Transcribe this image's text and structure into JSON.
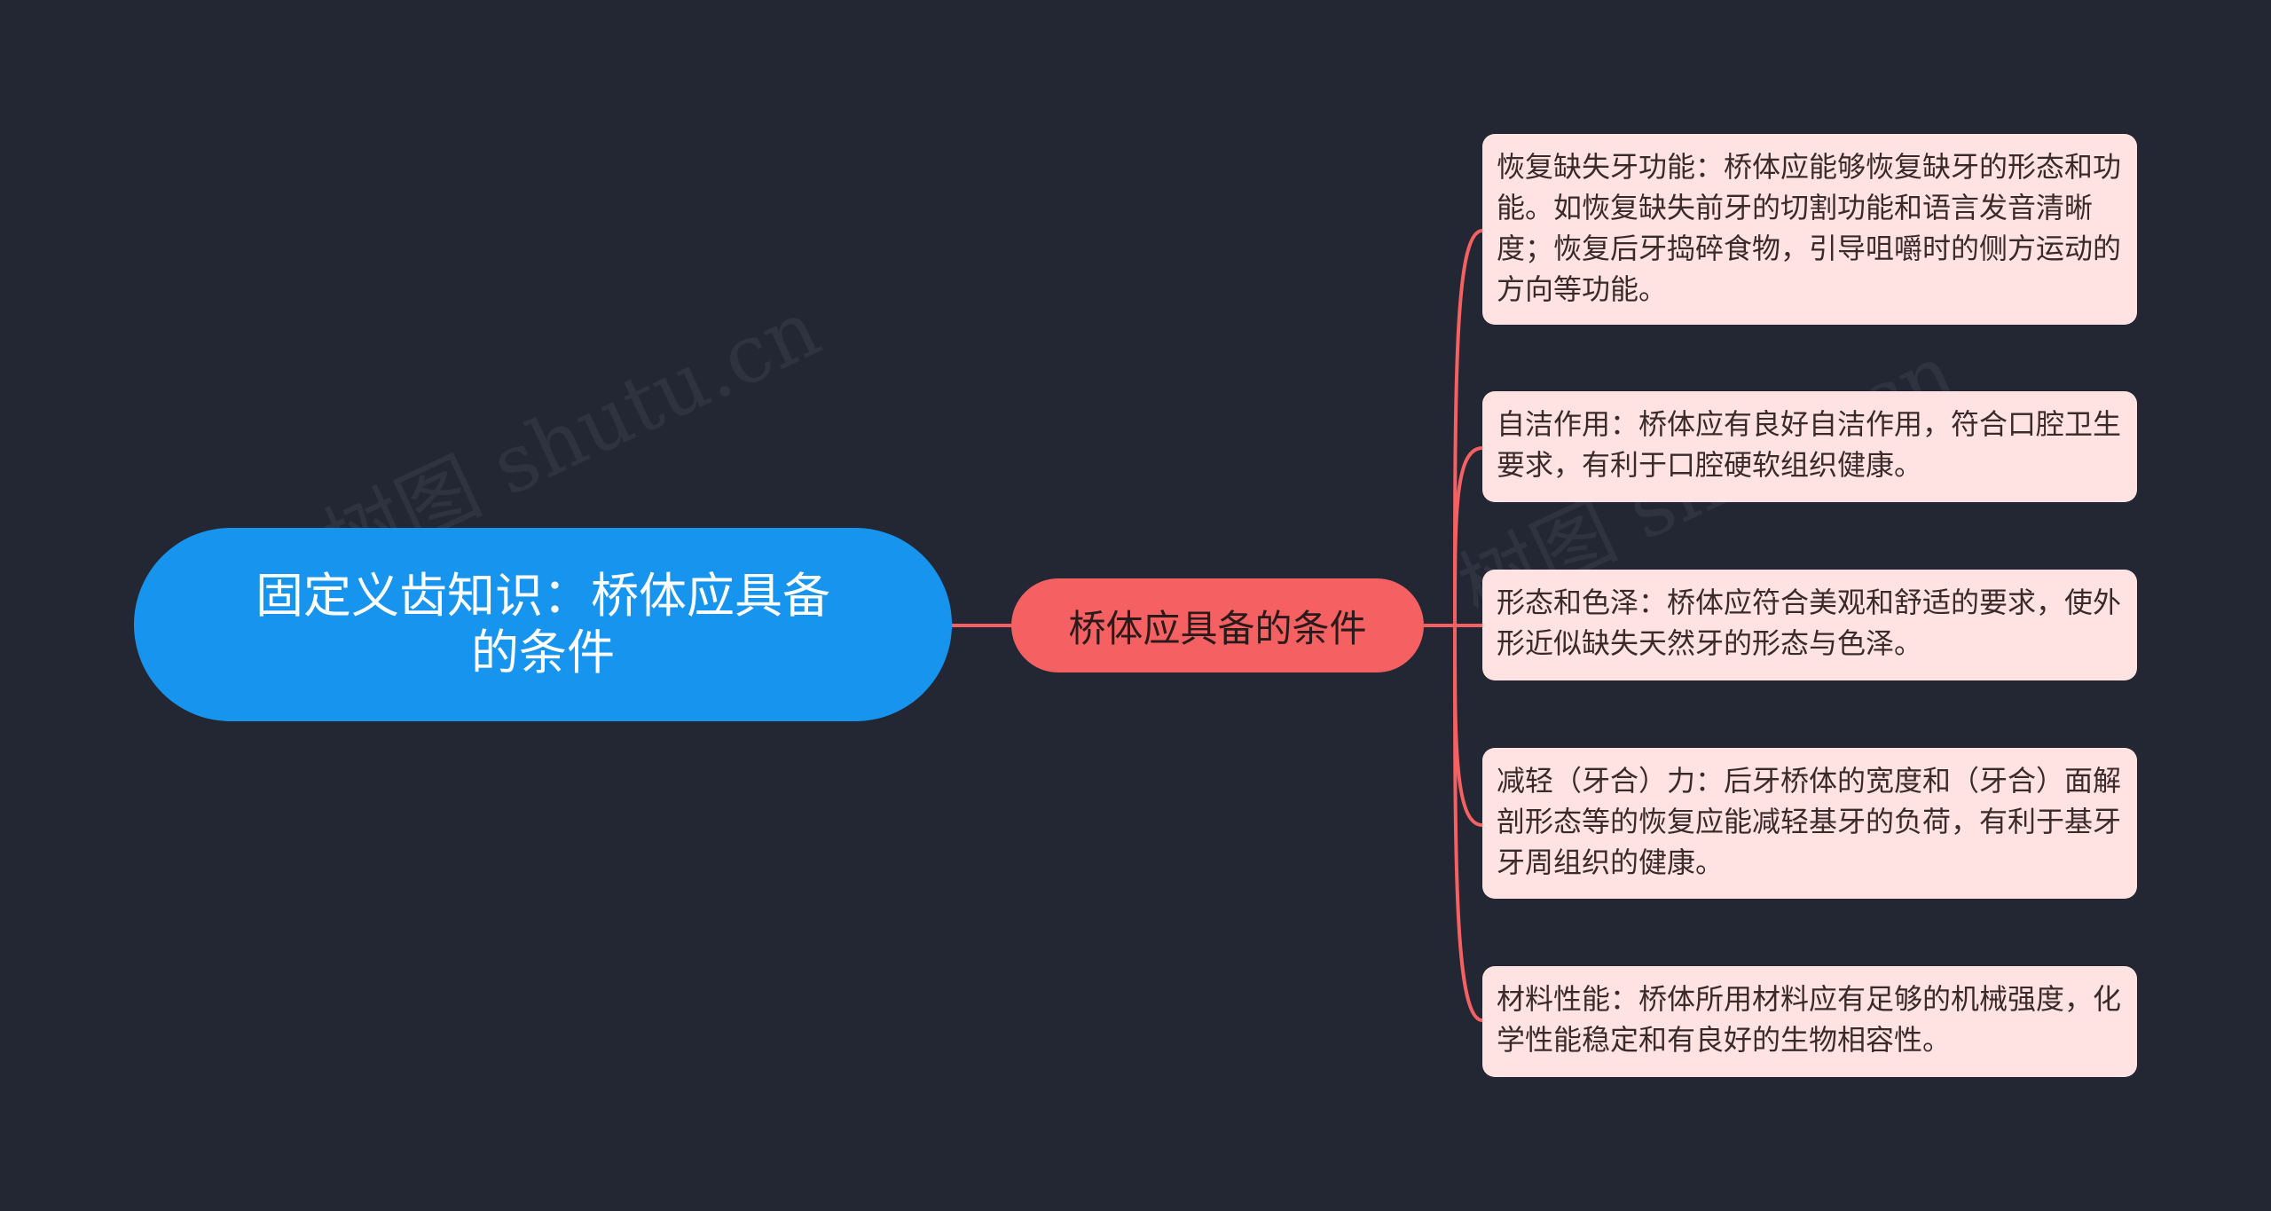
{
  "root": {
    "title": "固定义齿知识：桥体应具备的条件"
  },
  "branch": {
    "label": "桥体应具备的条件"
  },
  "leaves": [
    {
      "text": "恢复缺失牙功能：桥体应能够恢复缺牙的形态和功能。如恢复缺失前牙的切割功能和语言发音清晰度；恢复后牙捣碎食物，引导咀嚼时的侧方运动的方向等功能。"
    },
    {
      "text": "自洁作用：桥体应有良好自洁作用，符合口腔卫生要求，有利于口腔硬软组织健康。"
    },
    {
      "text": "形态和色泽：桥体应符合美观和舒适的要求，使外形近似缺失天然牙的形态与色泽。"
    },
    {
      "text": "减轻（牙合）力：后牙桥体的宽度和（牙合）面解剖形态等的恢复应能减轻基牙的负荷，有利于基牙牙周组织的健康。"
    },
    {
      "text": "材料性能：桥体所用材料应有足够的机械强度，化学性能稳定和有良好的生物相容性。"
    }
  ],
  "watermark": {
    "text": "树图 shutu.cn"
  },
  "colors": {
    "background": "#222733",
    "root": "#1795EE",
    "branch": "#F56162",
    "leaf": "#FFE3E3",
    "connector": "#F56162"
  }
}
